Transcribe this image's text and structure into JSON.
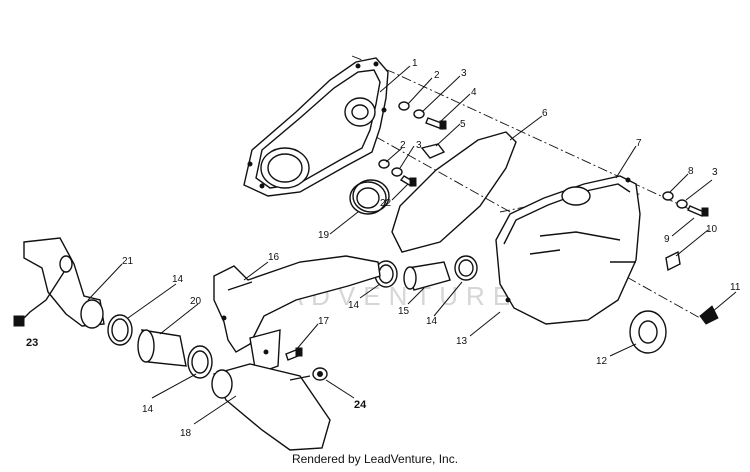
{
  "watermark": "LEADVENTURE",
  "footer_text": "Rendered by LeadVenture, Inc.",
  "callouts": [
    "1",
    "2",
    "3",
    "4",
    "5",
    "6",
    "7",
    "2",
    "3",
    "22",
    "19",
    "8",
    "3",
    "9",
    "10",
    "11",
    "12",
    "13",
    "21",
    "16",
    "14",
    "20",
    "17",
    "14",
    "15",
    "14",
    "23",
    "14",
    "24",
    "18"
  ]
}
